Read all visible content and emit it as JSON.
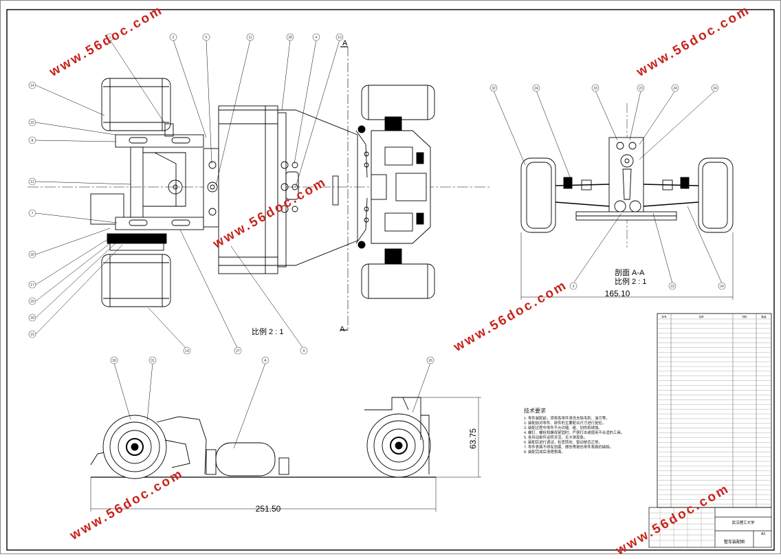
{
  "drawing": {
    "scale_note_left": "比例 2 : 1",
    "section_title": "剖面 A-A",
    "section_scale": "比例 2 : 1",
    "section_marker": "A",
    "dimensions": {
      "front_track_width": "165.10",
      "overall_length": "251.50",
      "overall_height": "63.75"
    },
    "tech_title": "技术要求",
    "tech_lines": [
      "1. 零件装配前，须将各零件清洗去除毛刺、油污等。",
      "2. 装配前对零件、部件的主要配合尺寸进行复检。",
      "3. 装配过程中零件不允许磕、碰、划伤和锈蚀。",
      "4. 螺钉、螺栓和螺母紧固时，严禁打击或使用不合适的工具。",
      "5. 各传动部件运转灵活，无卡滞现象。",
      "6. 装配后进行调试，检查转向、驱动是否正常。",
      "7. 零件表面不得有划痕、擦伤等损伤零件表面的缺陷。",
      "8. 装配完成后清理表面。"
    ],
    "title_block": {
      "school": "武汉理工大学",
      "drawing_name": "整车装配图",
      "sheet_size": "A3"
    },
    "bom_header": [
      "序号",
      "名称",
      "材料",
      "数量"
    ],
    "balloons_top": [
      "1",
      "2",
      "5",
      "11",
      "28",
      "4",
      "10"
    ],
    "balloons_left": [
      "14",
      "22",
      "8",
      "12",
      "7",
      "20",
      "17",
      "29",
      "18",
      "15"
    ],
    "balloons_bottom": [
      "14",
      "27",
      "9"
    ],
    "balloons_section_top": [
      "32",
      "24",
      "33",
      "23",
      "24",
      "24"
    ],
    "balloons_section_bottom": [
      "3",
      "23",
      "24"
    ],
    "balloons_side": [
      "30",
      "31",
      "A",
      "26"
    ]
  },
  "watermark": "www.56doc.com"
}
